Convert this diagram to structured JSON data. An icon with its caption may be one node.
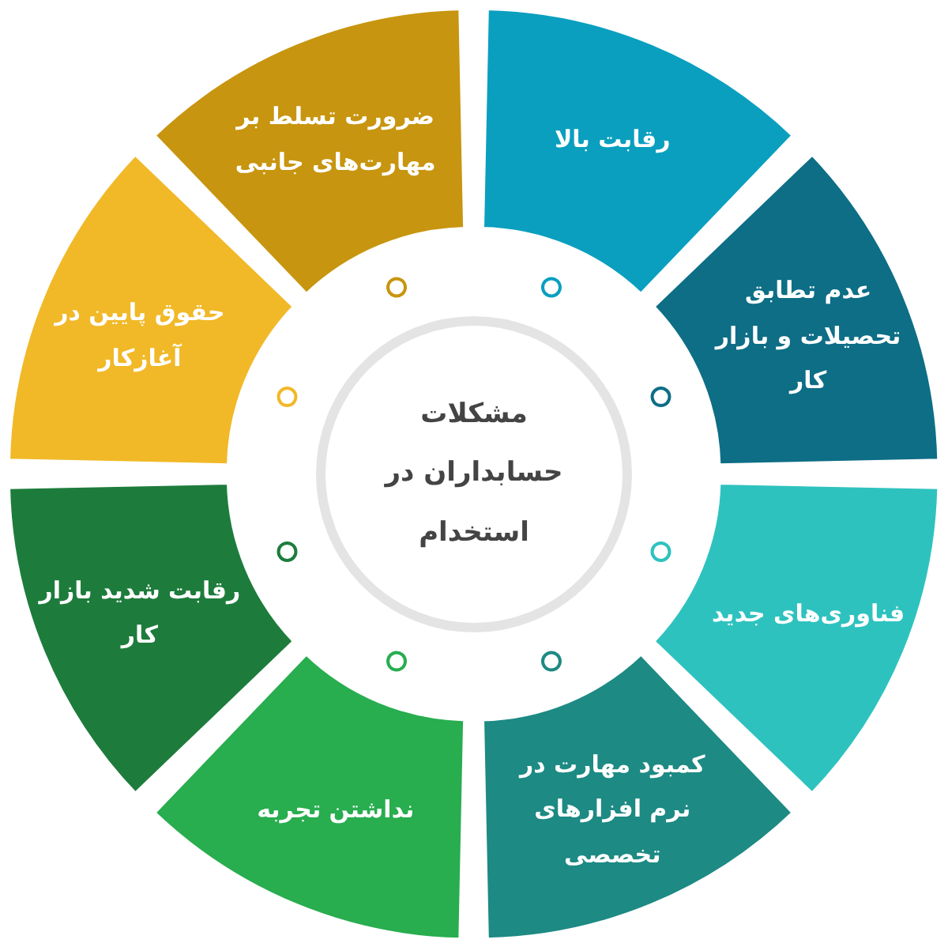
{
  "diagram": {
    "nodes": [
      {
        "text": [
          "مشکلات حسابداران در استخدام"
        ]
      },
      {
        "text": [
          "رقابت بالا"
        ]
      },
      {
        "text": [
          "عدم تطابق تحصیلات و بازار کار"
        ]
      },
      {
        "text": [
          "فناوری‌های جدید"
        ]
      },
      {
        "text": [
          "کمبود مهارت در نرم افزارهای تخصصی"
        ]
      },
      {
        "text": [
          "نداشتن تجربه"
        ]
      },
      {
        "text": [
          "رقابت شدید بازار کار"
        ]
      },
      {
        "text": [
          "حقوق پایین در آغازکار"
        ]
      },
      {
        "text": [
          "ضرورت تسلط بر مهارت‌های جانبی"
        ]
      }
    ]
  }
}
